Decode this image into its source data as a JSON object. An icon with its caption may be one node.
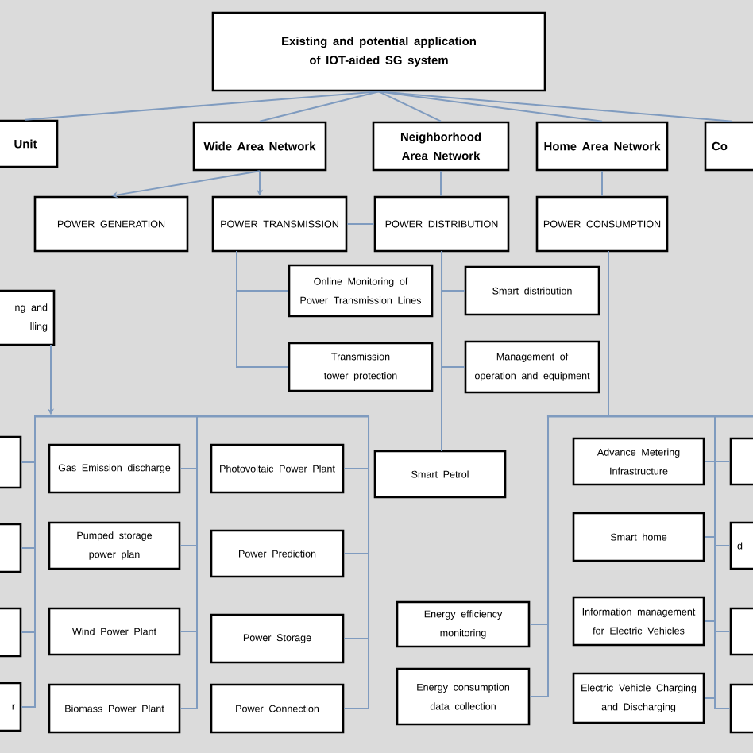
{
  "diagram": {
    "nodes": [
      {
        "text": [
          "Existing and potential application of IOT-aided SG system"
        ]
      },
      {
        "text": [
          "Unit"
        ]
      },
      {
        "text": [
          "Wide Area Network"
        ]
      },
      {
        "text": [
          "Neighborhood Area Network"
        ]
      },
      {
        "text": [
          "Home Area Network"
        ]
      },
      {
        "text": [
          "Co"
        ]
      },
      {
        "text": [
          "POWER GENERATION"
        ]
      },
      {
        "text": [
          "POWER TRANSMISSION"
        ]
      },
      {
        "text": [
          "POWER DISTRIBUTION"
        ]
      },
      {
        "text": [
          "POWER CONSUMPTION"
        ]
      },
      {
        "text": [
          "Online Monitoring of Power Transmission Lines"
        ]
      },
      {
        "text": [
          "Smart distribution"
        ]
      },
      {
        "text": [
          "ng and lling"
        ]
      },
      {
        "text": [
          "Transmission tower protection"
        ]
      },
      {
        "text": [
          "Management of operation and equipment"
        ]
      },
      {
        "text": [],
        "shape": "box"
      },
      {
        "text": [
          "Gas Emission discharge"
        ]
      },
      {
        "text": [
          "Photovoltaic Power Plant"
        ]
      },
      {
        "text": [
          "Smart Petrol"
        ]
      },
      {
        "text": [
          "Advance Metering Infrastructure"
        ]
      },
      {
        "text": [],
        "shape": "box"
      },
      {
        "text": [],
        "shape": "box"
      },
      {
        "text": [
          "Pumped storage power plan"
        ]
      },
      {
        "text": [
          "Power Prediction"
        ]
      },
      {
        "text": [
          "Smart home"
        ]
      },
      {
        "text": [
          "d"
        ]
      },
      {
        "text": [],
        "shape": "box"
      },
      {
        "text": [
          "Wind Power Plant"
        ]
      },
      {
        "text": [
          "Power Storage"
        ]
      },
      {
        "text": [
          "Energy efficiency monitoring"
        ]
      },
      {
        "text": [
          "Information management for Electric Vehicles"
        ]
      },
      {
        "text": [],
        "shape": "box"
      },
      {
        "text": [
          "r"
        ]
      },
      {
        "text": [
          "Biomass Power Plant"
        ]
      },
      {
        "text": [
          "Power Connection"
        ]
      },
      {
        "text": [
          "Energy consumption data collection"
        ]
      },
      {
        "text": [
          "Electric Vehicle Charging and Discharging"
        ]
      },
      {
        "text": [],
        "shape": "box"
      },
      {
        "text": [],
        "shape": "bar"
      },
      {
        "text": [],
        "shape": "bar"
      }
    ],
    "edges": [
      {
        "from": 0,
        "to": 1,
        "arrow": "none"
      },
      {
        "from": 0,
        "to": 2,
        "arrow": "none"
      },
      {
        "from": 0,
        "to": 3,
        "arrow": "none"
      },
      {
        "from": 0,
        "to": 4,
        "arrow": "none"
      },
      {
        "from": 0,
        "to": 5,
        "arrow": "none"
      },
      {
        "from": 2,
        "to": 6,
        "arrow": "to"
      },
      {
        "from": 2,
        "to": 7,
        "arrow": "to"
      },
      {
        "from": 3,
        "to": 8,
        "arrow": "none"
      },
      {
        "from": 4,
        "to": 9,
        "arrow": "none"
      },
      {
        "from": 7,
        "to": 8,
        "arrow": "none"
      },
      {
        "from": 7,
        "to": 10,
        "arrow": "none"
      },
      {
        "from": 7,
        "to": 13,
        "arrow": "none"
      },
      {
        "from": 8,
        "to": 11,
        "arrow": "none"
      },
      {
        "from": 8,
        "to": 14,
        "arrow": "none"
      },
      {
        "from": 8,
        "to": 18,
        "arrow": "none"
      },
      {
        "from": 12,
        "to": 38,
        "arrow": "to"
      },
      {
        "from": 38,
        "to": 15,
        "arrow": "none"
      },
      {
        "from": 38,
        "to": 21,
        "arrow": "none"
      },
      {
        "from": 38,
        "to": 26,
        "arrow": "none"
      },
      {
        "from": 38,
        "to": 32,
        "arrow": "none"
      },
      {
        "from": 38,
        "to": 16,
        "arrow": "none"
      },
      {
        "from": 38,
        "to": 22,
        "arrow": "none"
      },
      {
        "from": 38,
        "to": 27,
        "arrow": "none"
      },
      {
        "from": 38,
        "to": 33,
        "arrow": "none"
      },
      {
        "from": 38,
        "to": 17,
        "arrow": "none"
      },
      {
        "from": 38,
        "to": 23,
        "arrow": "none"
      },
      {
        "from": 38,
        "to": 28,
        "arrow": "none"
      },
      {
        "from": 38,
        "to": 34,
        "arrow": "none"
      },
      {
        "from": 9,
        "to": 39,
        "arrow": "none"
      },
      {
        "from": 39,
        "to": 29,
        "arrow": "none"
      },
      {
        "from": 39,
        "to": 35,
        "arrow": "none"
      },
      {
        "from": 39,
        "to": 19,
        "arrow": "none"
      },
      {
        "from": 39,
        "to": 24,
        "arrow": "none"
      },
      {
        "from": 39,
        "to": 30,
        "arrow": "none"
      },
      {
        "from": 39,
        "to": 36,
        "arrow": "none"
      },
      {
        "from": 39,
        "to": 20,
        "arrow": "none"
      },
      {
        "from": 39,
        "to": 25,
        "arrow": "none"
      },
      {
        "from": 39,
        "to": 31,
        "arrow": "none"
      },
      {
        "from": 39,
        "to": 37,
        "arrow": "none"
      }
    ]
  }
}
